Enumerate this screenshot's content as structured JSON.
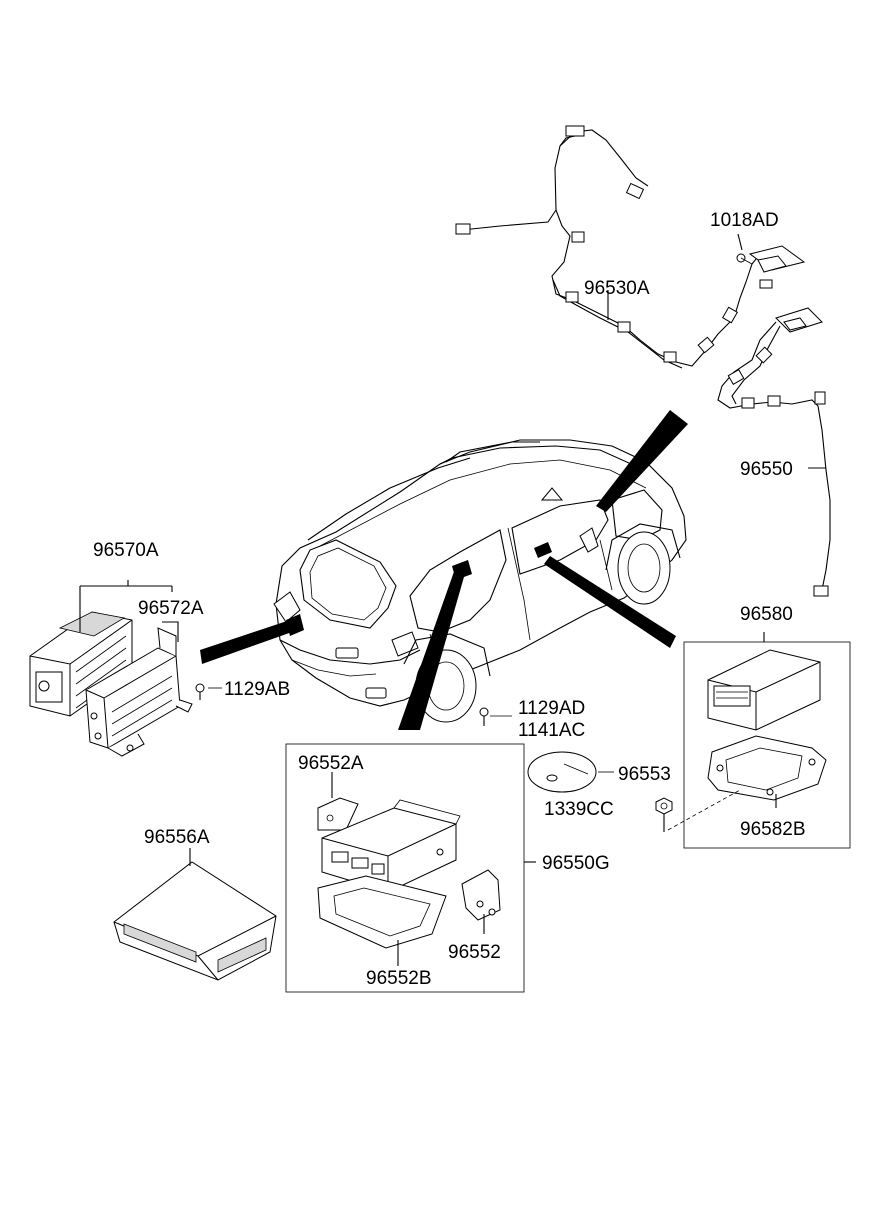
{
  "labels": {
    "p1018AD": "1018AD",
    "p96530A": "96530A",
    "p96550": "96550",
    "p96570A": "96570A",
    "p96572A": "96572A",
    "p1129AB": "1129AB",
    "p1129AD": "1129AD",
    "p1141AC": "1141AC",
    "p96580": "96580",
    "p96553": "96553",
    "p1339CC": "1339CC",
    "p96582B": "96582B",
    "p96552A": "96552A",
    "p96556A": "96556A",
    "p96550G": "96550G",
    "p96552": "96552",
    "p96552B": "96552B"
  }
}
